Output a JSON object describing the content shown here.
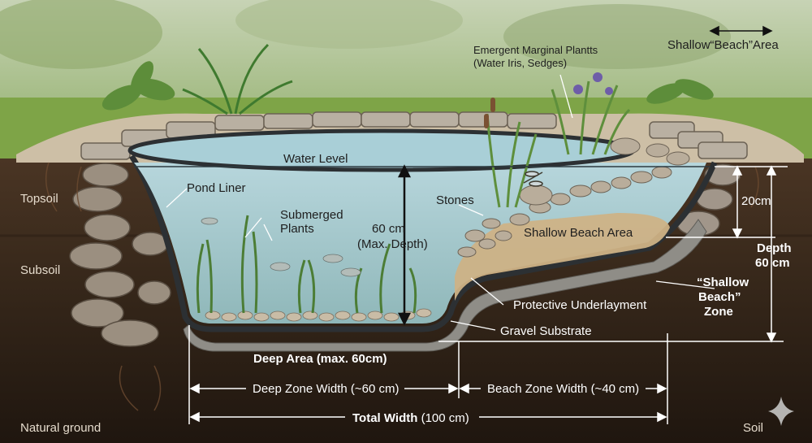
{
  "labels": {
    "topsoil": "Topsoil",
    "subsoil": "Subsoil",
    "natural_ground": "Natural ground",
    "soil": "Soil",
    "water_level": "Water Level",
    "pond_liner": "Pond Liner",
    "submerged_plants_1": "Submerged",
    "submerged_plants_2": "Plants",
    "max_depth_1": "60 cm",
    "max_depth_2": "(Max. Depth)",
    "stones": "Stones",
    "emergent_1": "Emergent Marginal Plantts",
    "emergent_2": "(Water Iris, Sedges)",
    "shallow_beach_area_top": "Shallow“Beach”Area",
    "shallow_beach_area": "Shallow Beach Area",
    "depth_20": "20cm",
    "depth_title": "Depth",
    "depth_value": "60 cm",
    "beach_zone_1": "“Shallow",
    "beach_zone_2": "Beach”",
    "beach_zone_3": "Zone",
    "protective_underlayment": "Protective Underlayment",
    "gravel_substrate": "Gravel Substrate",
    "deep_area": "Deep Area (max. 60cm)",
    "deep_zone_width": "Deep Zone Width (~60 cm)",
    "beach_zone_width": "Beach Zone Width (~40 cm)",
    "total_width_bold": "Total Width",
    "total_width_value": " (100 cm)"
  },
  "colors": {
    "sky_blur": "#b9c9a6",
    "grass": "#6f9a3e",
    "topsoil": "#3a2a1d",
    "subsoil": "#2b1f15",
    "water": "#9fc6cf",
    "liner": "#2c3033",
    "sand": "#cfb68a",
    "gravel": "#8a8a86"
  }
}
